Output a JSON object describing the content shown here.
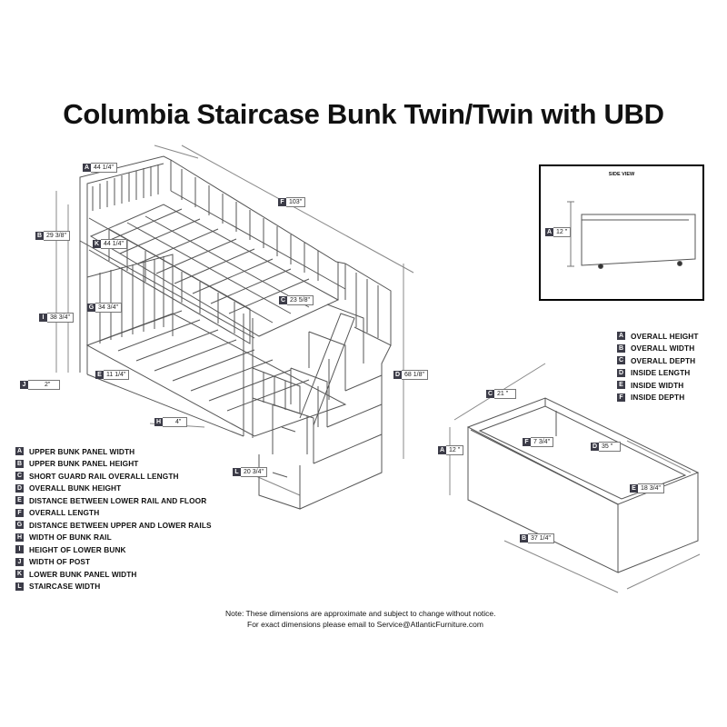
{
  "title": "Columbia Staircase Bunk Twin/Twin with UBD",
  "bed_tags": [
    {
      "letter": "A",
      "value": "44 1/4\""
    },
    {
      "letter": "F",
      "value": "103\""
    },
    {
      "letter": "B",
      "value": "29 3/8\""
    },
    {
      "letter": "K",
      "value": "44 1/4\""
    },
    {
      "letter": "G",
      "value": "34 3/4\""
    },
    {
      "letter": "C",
      "value": "23 5/8\""
    },
    {
      "letter": "I",
      "value": "38 3/4\""
    },
    {
      "letter": "D",
      "value": "68 1/8\""
    },
    {
      "letter": "E",
      "value": "11 1/4\""
    },
    {
      "letter": "J",
      "value": "2\""
    },
    {
      "letter": "H",
      "value": "4\""
    },
    {
      "letter": "L",
      "value": "20 3/4\""
    }
  ],
  "bed_legend": [
    {
      "letter": "A",
      "text": "UPPER BUNK PANEL WIDTH"
    },
    {
      "letter": "B",
      "text": "UPPER BUNK PANEL HEIGHT"
    },
    {
      "letter": "C",
      "text": "SHORT GUARD RAIL OVERALL LENGTH"
    },
    {
      "letter": "D",
      "text": "OVERALL BUNK HEIGHT"
    },
    {
      "letter": "E",
      "text": "DISTANCE BETWEEN LOWER RAIL AND FLOOR"
    },
    {
      "letter": "F",
      "text": "OVERALL LENGTH"
    },
    {
      "letter": "G",
      "text": "DISTANCE BETWEEN UPPER AND LOWER RAILS"
    },
    {
      "letter": "H",
      "text": "WIDTH OF BUNK RAIL"
    },
    {
      "letter": "I",
      "text": "HEIGHT OF LOWER BUNK"
    },
    {
      "letter": "J",
      "text": "WIDTH OF POST"
    },
    {
      "letter": "K",
      "text": "LOWER BUNK PANEL WIDTH"
    },
    {
      "letter": "L",
      "text": "STAIRCASE WIDTH"
    }
  ],
  "side_view": {
    "title": "SIDE VIEW",
    "tag": {
      "letter": "A",
      "value": "12 \""
    }
  },
  "drawer_legend": [
    {
      "letter": "A",
      "text": "OVERALL HEIGHT"
    },
    {
      "letter": "B",
      "text": "OVERALL WIDTH"
    },
    {
      "letter": "C",
      "text": "OVERALL DEPTH"
    },
    {
      "letter": "D",
      "text": "INSIDE LENGTH"
    },
    {
      "letter": "E",
      "text": "INSIDE WIDTH"
    },
    {
      "letter": "F",
      "text": "INSIDE DEPTH"
    }
  ],
  "drawer_tags": [
    {
      "letter": "C",
      "value": "21 \""
    },
    {
      "letter": "F",
      "value": "7 3/4\""
    },
    {
      "letter": "D",
      "value": "35 \""
    },
    {
      "letter": "A",
      "value": "12 \""
    },
    {
      "letter": "E",
      "value": "18 3/4\""
    },
    {
      "letter": "B",
      "value": "37 1/4\""
    }
  ],
  "note": {
    "line1": "Note:  These dimensions are approximate and subject to change without notice.",
    "line2": "For exact dimensions please email to Service@AtlanticFurniture.com"
  }
}
